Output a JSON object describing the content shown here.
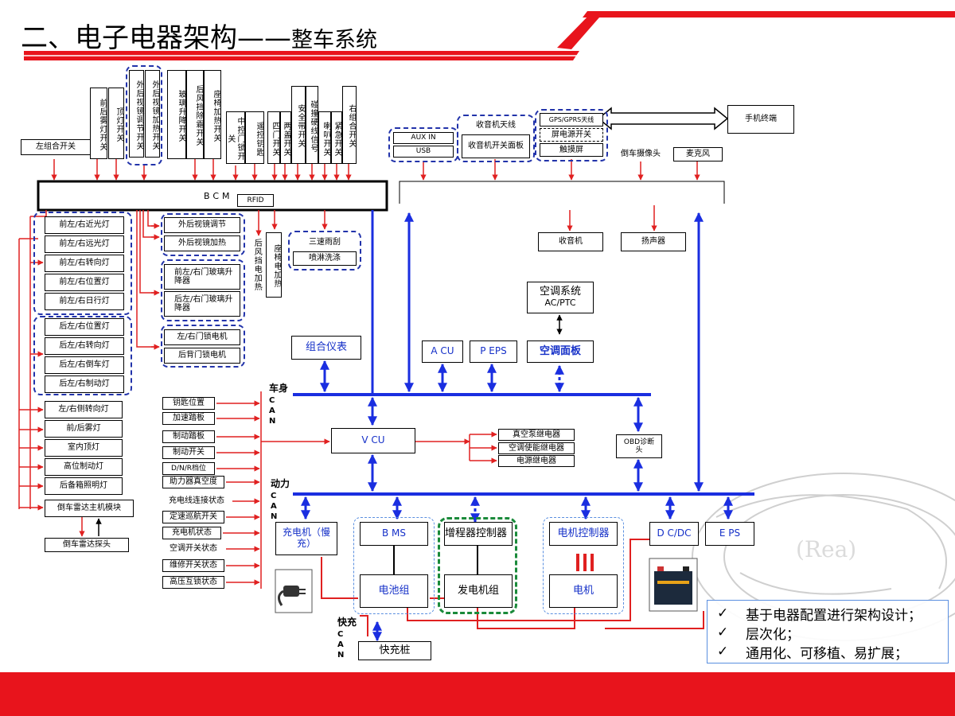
{
  "title": {
    "main": "二、电子电器架构——",
    "rest": "整车系统"
  },
  "top_switches": {
    "left_combo": "左组合开关",
    "front_fog": "前后雾灯开关",
    "lamp_switch": "顶灯开关",
    "mirror_adjust": "外后视镜调节开关",
    "mirror_heat": "外后视镜加热开关",
    "window": "玻璃升降开关",
    "defrost": "后风挡除霜开关",
    "seat_heat": "座椅加热开关",
    "central_lock": "中控门锁开关",
    "remote_key": "遥控钥匙",
    "four_door": "四门开关",
    "two_cover": "两盖开关",
    "seatbelt": "安全带开关",
    "crash": "碰撞硬线信号",
    "horn": "喇叭开关",
    "emergency": "紧急开关",
    "right_combo": "右组合开关"
  },
  "bcm": {
    "label": "BCM",
    "rfid": "RFID"
  },
  "bcm_outputs": {
    "lamps_front": [
      "前左/右近光灯",
      "前左/右远光灯",
      "前左/右转向灯",
      "前左/右位置灯",
      "前左/右日行灯"
    ],
    "lamps_rear": [
      "后左/右位置灯",
      "后左/右转向灯",
      "后左/右倒车灯",
      "后左/右制动灯"
    ],
    "other_lamps": [
      "左/右侧转向灯",
      "前/后雾灯",
      "室内顶灯",
      "高位制动灯",
      "后备箱照明灯",
      "倒车雷达主机模块"
    ],
    "radar_probe": "倒车雷达探头",
    "mirror": [
      "外后视镜调节",
      "外后视镜加热"
    ],
    "windows": [
      "前左/右门玻璃升降器",
      "后左/右门玻璃升降器"
    ],
    "locks": [
      "左/右门锁电机",
      "后背门锁电机"
    ],
    "rear_defrost": "后风挡电加热",
    "seat_heater": "座椅电加热",
    "wiper": [
      "三速雨刮",
      "喷淋洗涤"
    ]
  },
  "infotainment": {
    "aux_in": "AUX IN",
    "usb": "USB",
    "radio_antenna": "收音机天线",
    "radio_panel": "收音机开关面板",
    "gps": "GPS/GPRS天线",
    "screen_switch": "屏电源开关",
    "touch_screen": "触摸屏",
    "phone": "手机终端",
    "reverse_camera": "倒车摄像头",
    "microphone": "麦克风",
    "radio": "收音机",
    "speaker": "扬声器"
  },
  "hvac": {
    "name": "空调系统",
    "sub": "AC/PTC",
    "panel": "空调面板"
  },
  "body_ecus": {
    "cluster": "组合仪表",
    "acu": "A CU",
    "peps": "P EPS"
  },
  "buses": {
    "body": {
      "name": "车身",
      "sub": "CAN"
    },
    "power": {
      "name": "动力",
      "sub": "CAN"
    },
    "fast": {
      "name": "快充",
      "sub": "CAN"
    }
  },
  "vcu": {
    "label": "V CU",
    "inputs": [
      "钥匙位置",
      "加速踏板",
      "制动踏板",
      "制动开关",
      "D/N/R档位",
      "助力器真空度",
      "充电线连接状态",
      "定速巡航开关",
      "充电机状态",
      "空调开关状态",
      "维修开关状态",
      "高压互锁状态"
    ],
    "relays": [
      "真空泵继电器",
      "空调使能继电器",
      "电源继电器"
    ]
  },
  "obd": "OBD诊断头",
  "powertrain": {
    "charger": "充电机（慢充）",
    "bms": "B MS",
    "battery": "电池组",
    "range_ext": "增程器控制器",
    "generator": "发电机组",
    "motor_ctrl": "电机控制器",
    "motor": "电机",
    "dcdc": "D C/DC",
    "eps": "E PS",
    "fast_charger": "快充桩"
  },
  "legend": [
    "基于电器配置进行架构设计；",
    "层次化；",
    "通用化、可移植、易扩展；"
  ],
  "colors": {
    "accent_red": "#e8141c",
    "can_blue": "#1a2ee0",
    "wire_red": "#e02020",
    "dash_blue": "#2233aa",
    "dash_green": "#1a8a3a"
  }
}
